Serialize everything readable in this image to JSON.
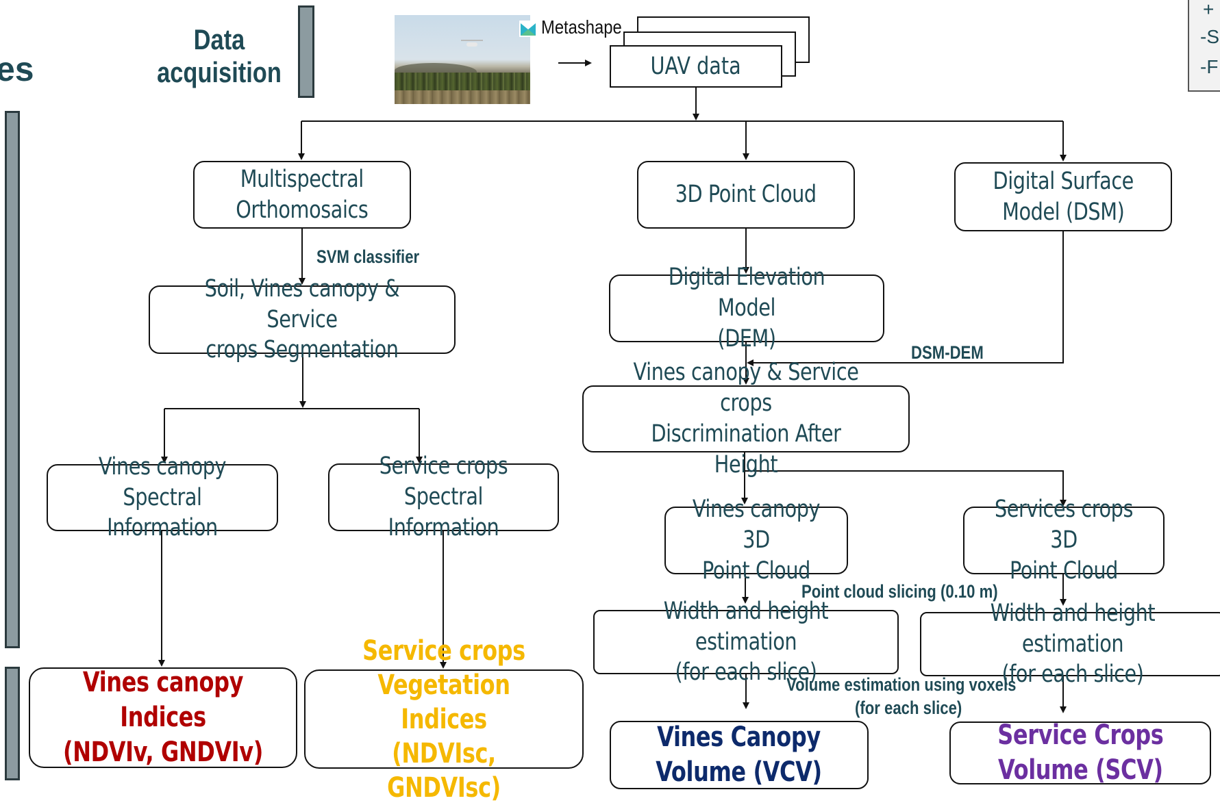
{
  "header": {
    "stage_label": "Data acquisition",
    "left_clip": "es",
    "right_clip": [
      "+",
      "-S",
      "-F"
    ],
    "software": "Metashape"
  },
  "nodes": {
    "uav": "UAV data",
    "multispectral": "Multispectral\nOrthomosaics",
    "pointcloud": "3D Point Cloud",
    "dsm": "Digital Surface\nModel (DSM)",
    "segmentation": "Soil, Vines canopy & Service\ncrops Segmentation",
    "dem": "Digital Elevation Model\n(DEM)",
    "discrimination": "Vines canopy & Service crops\nDiscrimination After Height",
    "vines_spectral": "Vines canopy Spectral\nInformation",
    "service_spectral": "Service crops Spectral\nInformation",
    "vines_3d": "Vines canopy 3D\nPoint Cloud",
    "service_3d": "Services crops 3D\nPoint Cloud",
    "width_left": "Width and height estimation\n(for each slice)",
    "width_right": "Width and height estimation\n(for each slice)"
  },
  "outputs": {
    "vines_indices": "Vines canopy Indices\n(NDVIv, GNDVIv)",
    "service_indices": "Service crops\nVegetation Indices\n(NDVIsc, GNDVIsc)",
    "vcv": "Vines Canopy\nVolume (VCV)",
    "scv": "Service Crops\nVolume (SCV)"
  },
  "edge_labels": {
    "svm": "SVM classifier",
    "dsm_dem": "DSM-DEM",
    "slicing": "Point cloud slicing (0.10 m)",
    "voxels_1": "Volume estimation using voxels",
    "voxels_2": "(for each slice)"
  },
  "colors": {
    "text": "#1f4a55",
    "vines_indices": "#b00000",
    "service_indices": "#f5b800",
    "vcv": "#0d2a6b",
    "scv": "#6b2fa0",
    "bar": "#8c9ba0"
  },
  "icons": [
    "drone-photo",
    "metashape-logo-icon"
  ]
}
